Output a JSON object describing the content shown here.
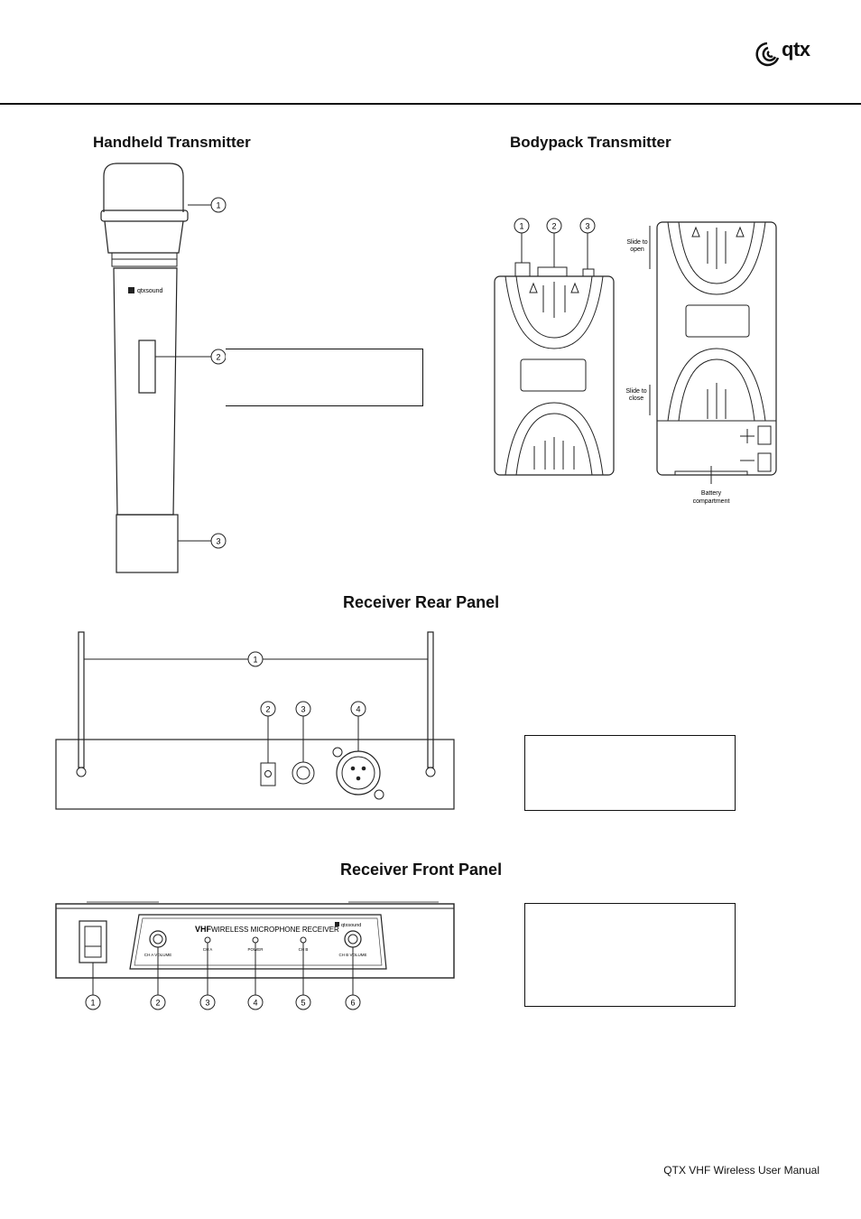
{
  "brand": {
    "logo_text": "qtx"
  },
  "sections": {
    "handheld_title": "Handheld Transmitter",
    "bodypack_title": "Bodypack Transmitter",
    "rear_title": "Receiver Rear Panel",
    "front_title": "Receiver Front Panel"
  },
  "handheld": {
    "brand_mark": "qtxsound",
    "callouts": [
      "1",
      "2",
      "3"
    ]
  },
  "bodypack": {
    "callouts": [
      "1",
      "2",
      "3"
    ],
    "slide_open": [
      "Slide to",
      "open"
    ],
    "slide_close": [
      "Slide to",
      "close"
    ],
    "battery": [
      "Battery",
      "compartment"
    ]
  },
  "rear_panel": {
    "callouts": [
      "1",
      "2",
      "3",
      "4"
    ]
  },
  "front_panel": {
    "callouts": [
      "1",
      "2",
      "3",
      "4",
      "5",
      "6"
    ],
    "title_vhf": "VHF",
    "title_rest": "WIRELESS MICROPHONE RECEIVER",
    "brand_mark": "qtxsound",
    "labels": [
      "CH A VOLUME",
      "CH A",
      "POWER",
      "CH B",
      "CH B VOLUME"
    ]
  },
  "footer": {
    "text": "QTX VHF Wireless User Manual"
  }
}
